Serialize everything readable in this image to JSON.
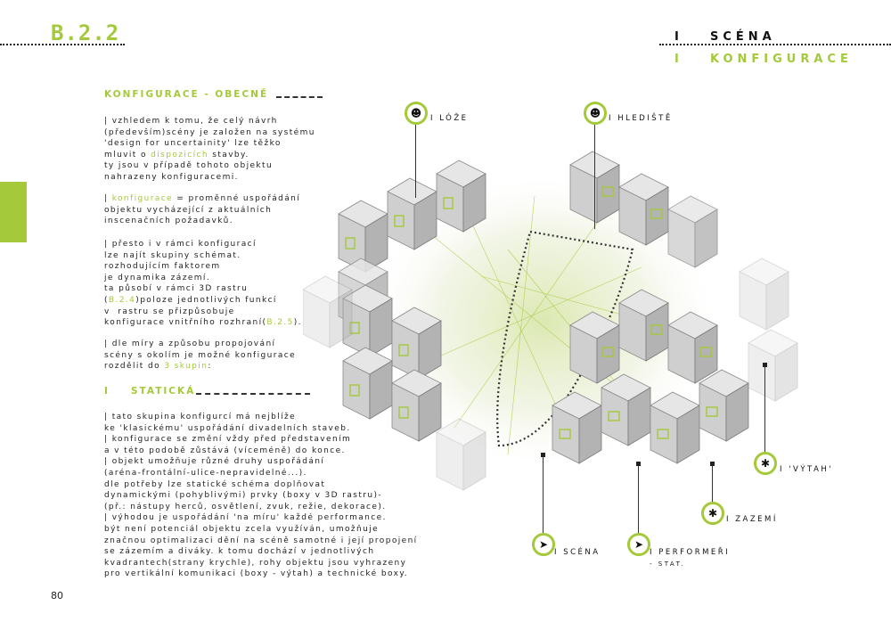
{
  "header": {
    "code": "B.2.2",
    "line1_marker": "I",
    "line1": "SCÉNA",
    "line2_marker": "I",
    "line2": "KONFIGURACE"
  },
  "section1": {
    "heading": "KONFIGURACE - OBECNĚ",
    "p1_a": "| vzhledem k tomu, že celý návrh\n(především)scény je založen na systému\n'design for uncertainity' lze těžko\nmluvit o ",
    "p1_green": "dispozicích",
    "p1_b": " stavby.\nty jsou v případě tohoto objektu\nnahrazeny konfiguracemi.",
    "p2_a": "| ",
    "p2_green": "konfigurace",
    "p2_b": " = proměnné uspořádání\nobjektu vycházející z aktuálních\ninscenačních požadavků.",
    "p3_a": "| přesto i v rámci konfigurací\nlze najít skupiny schémat.\nrozhodujícím faktorem\nje dynamika zázemí.\nta působí v rámci 3D rastru\n(",
    "p3_ref1": "B.2.4",
    "p3_b": ")poloze jednotlivých funkcí\nv  rastru se přizpůsobuje\nkonfigurace vnitřního rozhraní(",
    "p3_ref2": "B.2.5",
    "p3_c": ").",
    "p4_a": "| dle míry a způsobu propojování\nscény s okolím je možné konfigurace\nrozdělit do ",
    "p4_green": "3 skupin",
    "p4_b": ":"
  },
  "section2": {
    "marker": "I",
    "heading": "STATICKÁ",
    "body": "| tato skupina konfigurcí má nejblíže\nke 'klasickému' uspořádání divadelních staveb.\n| konfigurace se změní vždy před představením\na v této podobě zůstává (víceméně) do konce.\n| objekt umožňuje různé druhy uspořádání\n(aréna-frontální-ulice-nepravidelné...).\ndle potřeby lze statické schéma doplňovat\ndynamickými (pohyblivými) prvky (boxy v 3D rastru)-\n(př.: nástupy herců, osvětlení, zvuk, režie, dekorace).\n| výhodou je uspořádání 'na míru' každé performance.\nbýt není potenciál objektu zcela využíván, umožňuje\nznačnou optimalizaci dění na scéně samotné i její propojení\nse zázemím a diváky. k tomu dochází v jednotlivých\nkvadrantech(strany krychle), rohy objektu jsou vyhrazeny\npro vertikální komunikaci (boxy - výtah) a technické boxy."
  },
  "callouts": {
    "loze": {
      "label": "I LÓŽE",
      "icon": "audience-icon"
    },
    "hlediste": {
      "label": "I HLEDIŠTĚ",
      "icon": "audience-icon"
    },
    "vytah": {
      "label": "I 'VÝTAH'",
      "icon": "gear-icon"
    },
    "zazemi": {
      "label": "I ZAZEMÍ",
      "icon": "gear-icon"
    },
    "scena": {
      "label": "I SCÉNA",
      "icon": "runner-icon"
    },
    "performeri": {
      "label": "I PERFORMEŘI",
      "sub": "- STAT.",
      "icon": "runner-icon"
    }
  },
  "page_number": "80",
  "colors": {
    "accent": "#a4c93a",
    "text": "#222222"
  }
}
